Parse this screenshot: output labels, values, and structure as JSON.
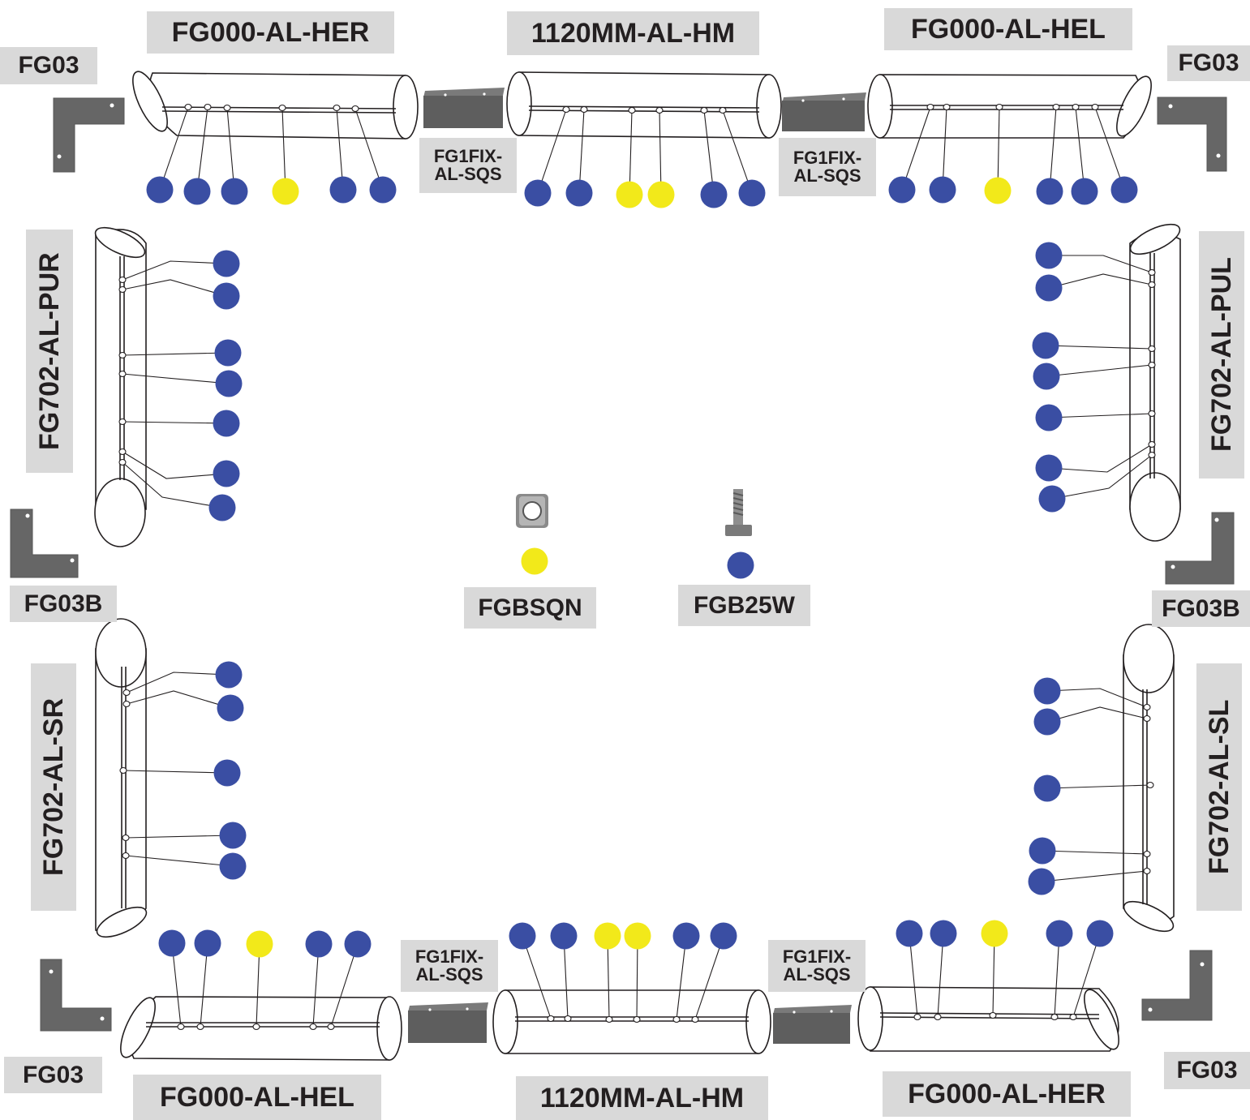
{
  "colors": {
    "fixing_blue": "#3a4ea3",
    "fixing_yellow": "#f2e91a",
    "bracket_grey": "#666666",
    "label_bg": "#d9d9d9"
  },
  "labels": {
    "top_left_rail": "FG000-AL-HER",
    "top_mid_rail": "1120MM-AL-HM",
    "top_right_rail": "FG000-AL-HEL",
    "corner_tl": "FG03",
    "corner_tr": "FG03",
    "top_joiner_left": "FG1FIX-\nAL-SQS",
    "top_joiner_right": "FG1FIX-\nAL-SQS",
    "upright_left": "FG702-AL-PUR",
    "upright_right": "FG702-AL-PUL",
    "corner_ml": "FG03B",
    "corner_mr": "FG03B",
    "square_nut": "FGBSQN",
    "bolt": "FGB25W",
    "side_left": "FG702-AL-SR",
    "side_right": "FG702-AL-SL",
    "bottom_joiner_left": "FG1FIX-\nAL-SQS",
    "bottom_joiner_right": "FG1FIX-\nAL-SQS",
    "corner_bl": "FG03",
    "corner_br": "FG03",
    "bottom_left_rail": "FG000-AL-HEL",
    "bottom_mid_rail": "1120MM-AL-HM",
    "bottom_right_rail": "FG000-AL-HER"
  }
}
